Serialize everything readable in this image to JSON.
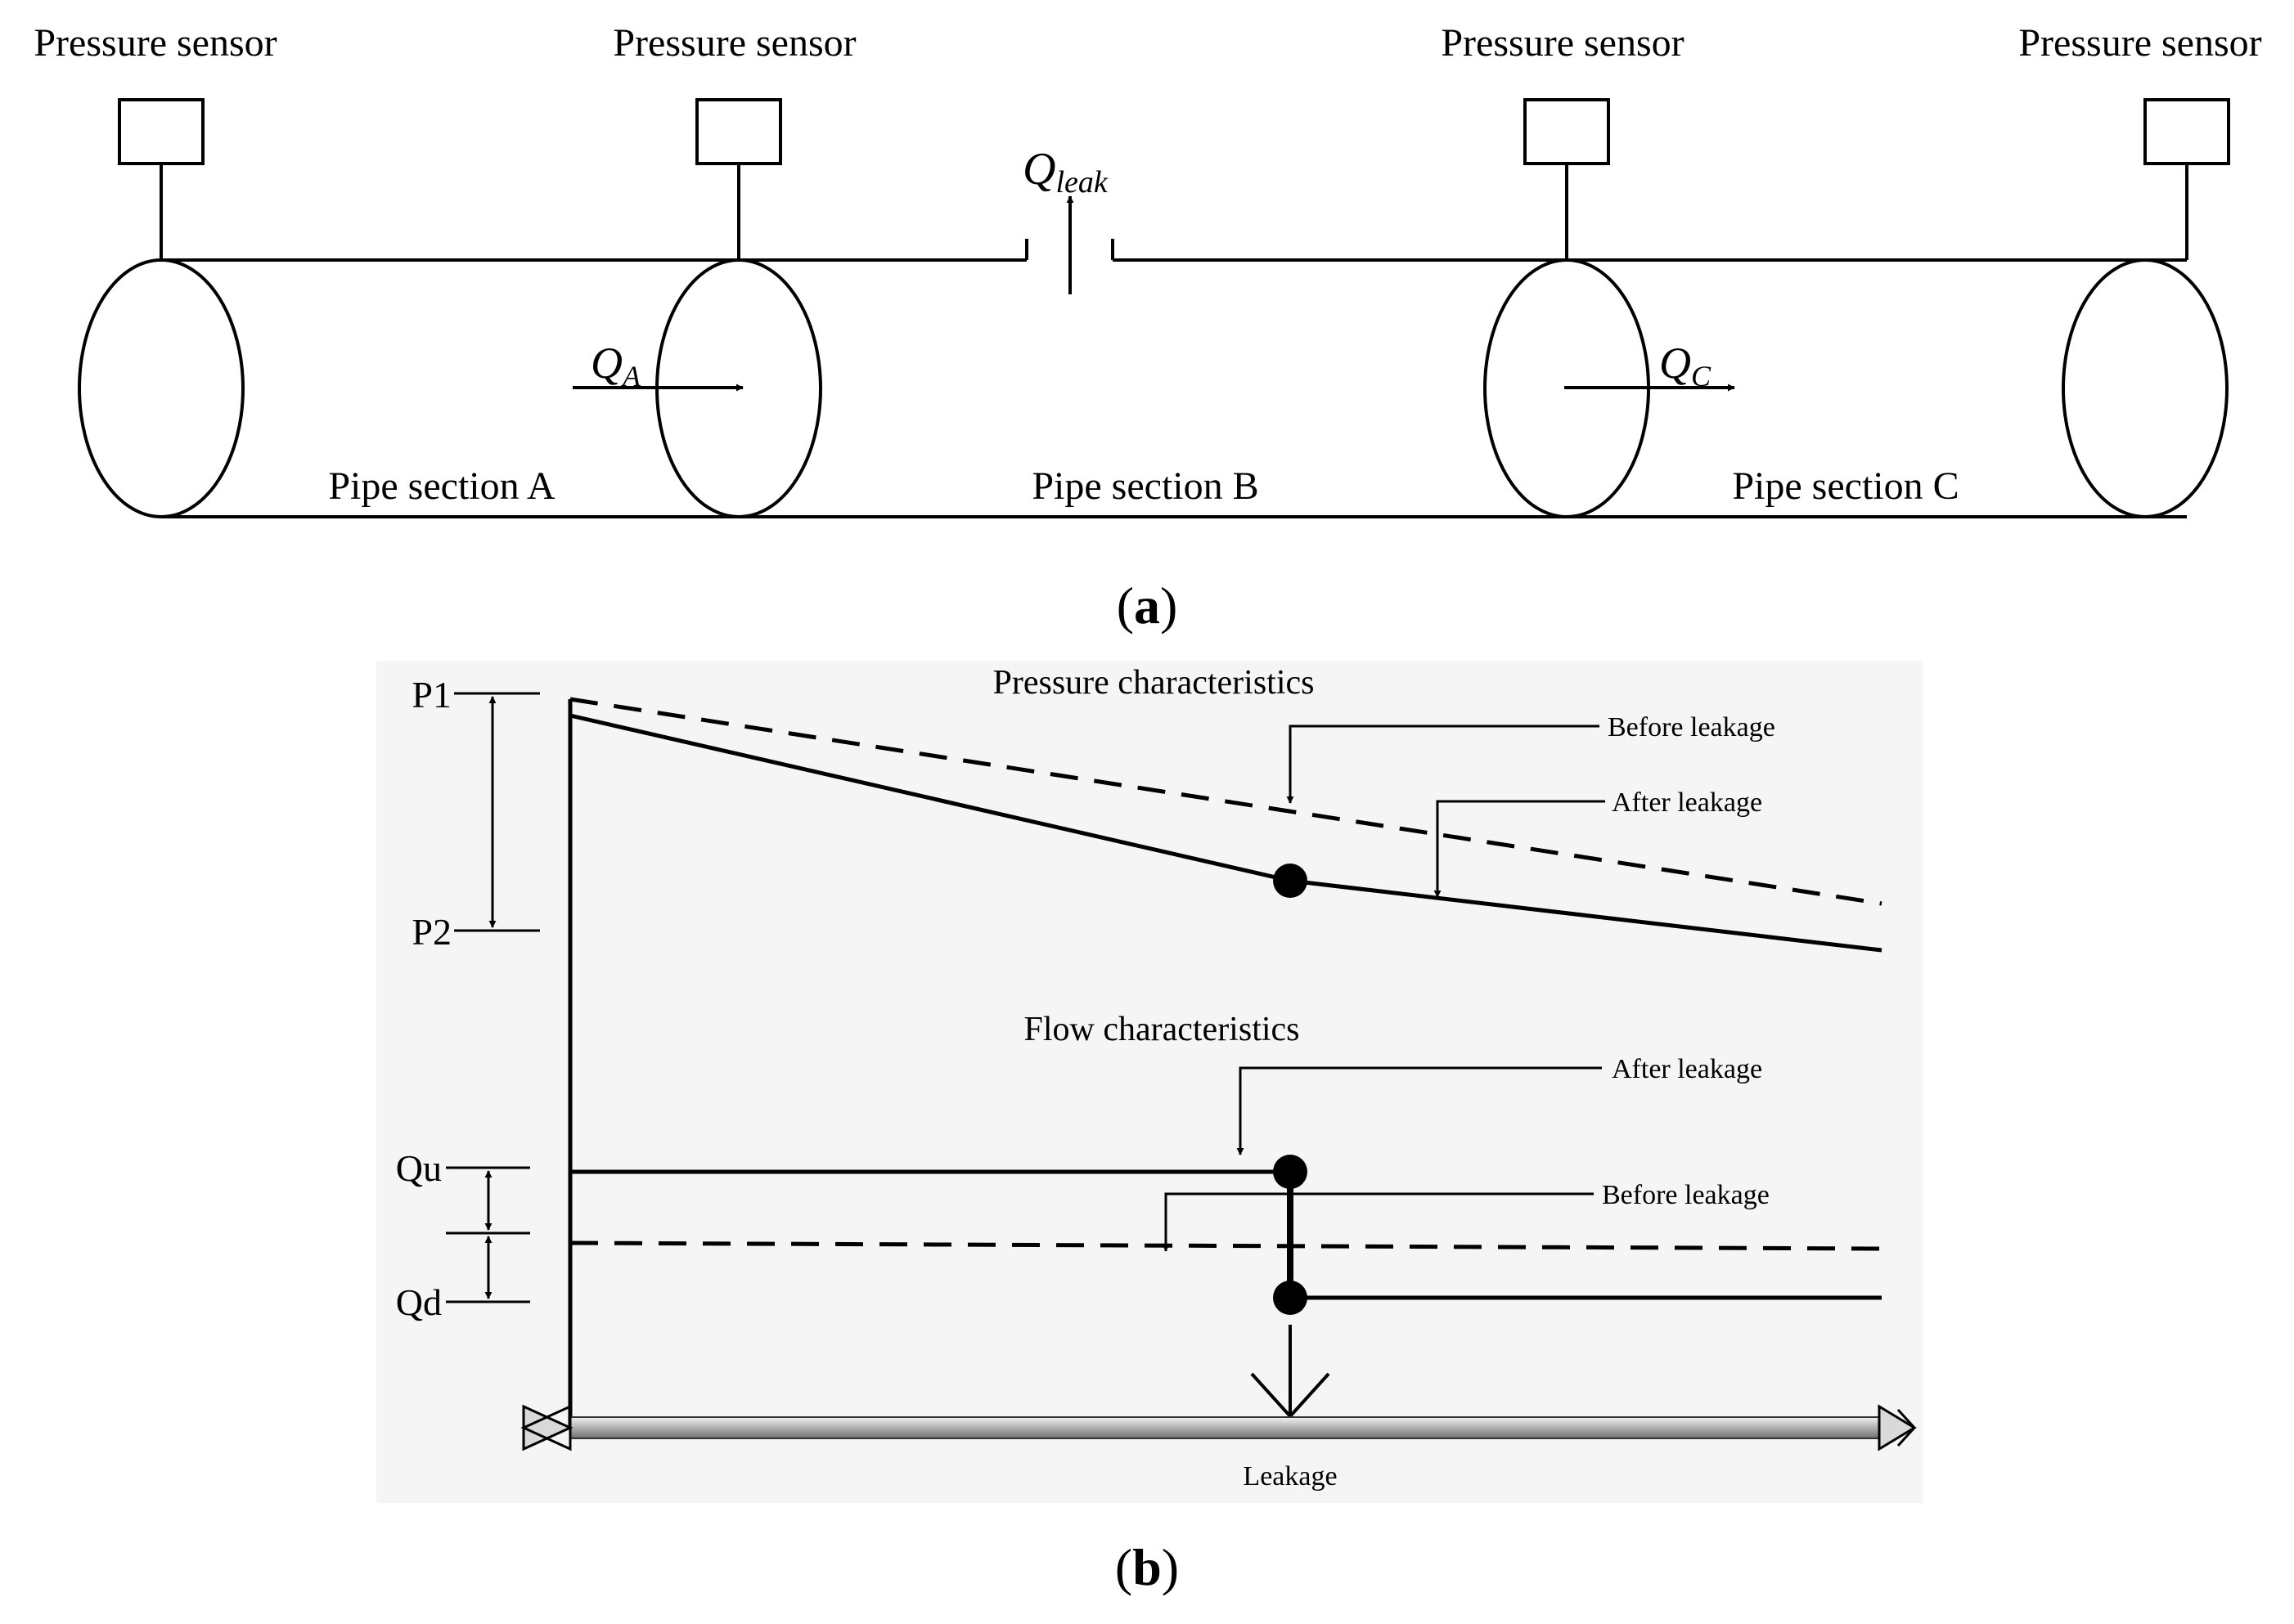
{
  "panel_a": {
    "sensor_labels": [
      "Pressure sensor",
      "Pressure sensor",
      "Pressure sensor",
      "Pressure sensor"
    ],
    "section_labels": [
      "Pipe section A",
      "Pipe section B",
      "Pipe section C"
    ],
    "leak_flow": {
      "symbol": "Q",
      "subscript": "leak"
    },
    "flow_a": {
      "symbol": "Q",
      "subscript": "A"
    },
    "flow_c": {
      "symbol": "Q",
      "subscript": "C"
    },
    "caption_open": "(",
    "caption_letter": "a",
    "caption_close": ")"
  },
  "panel_b": {
    "pressure_title": "Pressure characteristics",
    "flow_title": "Flow characteristics",
    "pressure_before_label": "Before leakage",
    "pressure_after_label": "After leakage",
    "flow_after_label": "After leakage",
    "flow_before_label": "Before leakage",
    "p1_label": "P1",
    "p2_label": "P2",
    "qu_label": "Qu",
    "qd_label": "Qd",
    "pipe_label": "Leakage",
    "caption_open": "(",
    "caption_letter": "b",
    "caption_close": ")",
    "background_color": "#f4f5f4"
  }
}
